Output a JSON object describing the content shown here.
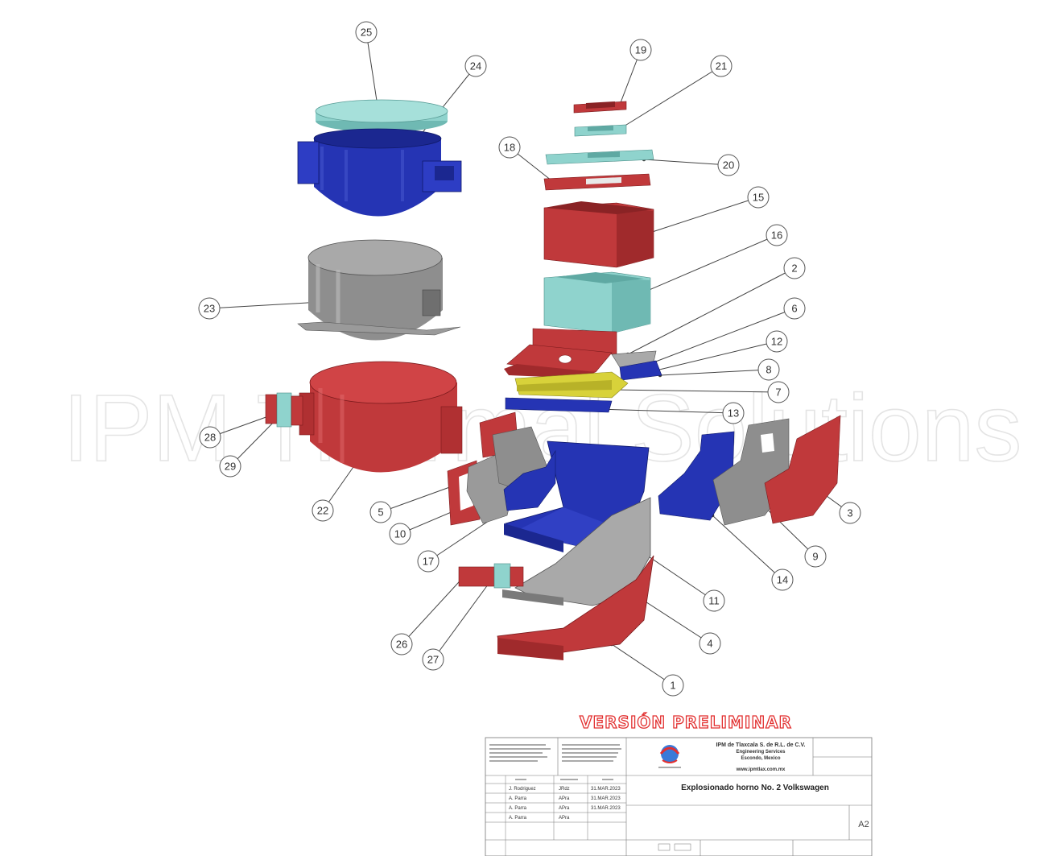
{
  "watermark": "IPM Thermal Solutions",
  "colors": {
    "red": "#c0393b",
    "blue": "#2534b4",
    "cyan": "#8fd3cd",
    "gray": "#8e8e8e",
    "yellow": "#d8d23a",
    "prelim_outline": "#e23030"
  },
  "balloons": [
    "1",
    "2",
    "3",
    "4",
    "5",
    "6",
    "7",
    "8",
    "9",
    "10",
    "11",
    "12",
    "13",
    "14",
    "15",
    "16",
    "17",
    "18",
    "19",
    "20",
    "21",
    "22",
    "23",
    "24",
    "25",
    "26",
    "27",
    "28",
    "29"
  ],
  "preliminary_stamp": "VERSIÓN PRELIMINAR",
  "title_block": {
    "company_name": "IPM de Tlaxcala S. de R.L. de C.V.",
    "company_line2": "Engineering Services",
    "company_line3": "Escondo, Mexico",
    "website": "www.ipmtlax.com.mx",
    "drawing_title": "Explosionado horno No. 2 Volkswagen",
    "sheet_size": "A2",
    "revision_rows": [
      {
        "name": "J. Rodriguez",
        "initials": "JRdz",
        "date": "31.MAR.2023"
      },
      {
        "name": "A. Parra",
        "initials": "APra",
        "date": "31.MAR.2023"
      },
      {
        "name": "A. Parra",
        "initials": "APra",
        "date": "31.MAR.2023"
      },
      {
        "name": "A. Parra",
        "initials": "APra",
        "date": ""
      }
    ]
  }
}
